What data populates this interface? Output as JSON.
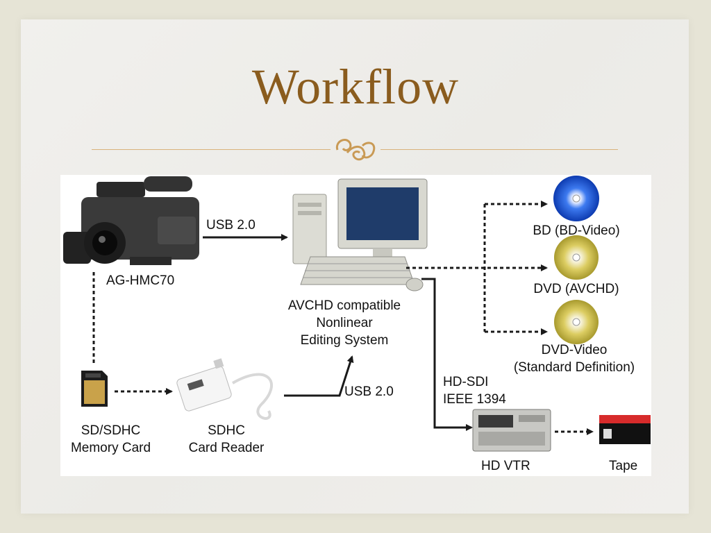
{
  "slide": {
    "title": "Workflow",
    "ornament_icon": "scroll-ornament-icon",
    "accent_color": "#8a5c1e",
    "rule_color": "#d9b27b"
  },
  "diagram": {
    "camera_label": "AG-HMC70",
    "usb_top_label": "USB 2.0",
    "editing_system": [
      "AVCHD compatible",
      "Nonlinear",
      "Editing System"
    ],
    "bd_label": "BD (BD-Video)",
    "dvd_label": "DVD (AVCHD)",
    "dvd_video_label": [
      "DVD-Video",
      "(Standard Definition)"
    ],
    "hd_link_label": [
      "HD-SDI",
      "IEEE 1394"
    ],
    "usb_bottom_label": "USB 2.0",
    "sd_card_label": [
      "SD/SDHC",
      "Memory Card"
    ],
    "card_reader_label": [
      "SDHC",
      "Card Reader"
    ],
    "vtr_label": "HD VTR",
    "tape_label": "Tape",
    "colors": {
      "bd_disc": "#1a5ed8",
      "dvd_disc": "#d9c95a",
      "tape_stripe": "#d72b2b",
      "tape_body": "#111111"
    }
  }
}
